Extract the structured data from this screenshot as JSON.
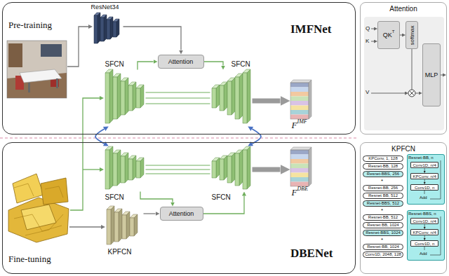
{
  "diagram": {
    "nodes": [
      {
        "text": [
          "IMFNet",
          "Pre-training"
        ]
      },
      {
        "text": [
          "ResNet34"
        ],
        "in": 0
      },
      {
        "text": [
          "Attention"
        ],
        "in": 0
      },
      {
        "text": [
          "SFCN"
        ],
        "in": 0
      },
      {
        "text": [
          "SFCN"
        ],
        "in": 0
      },
      {
        "text": [
          "F",
          "IMF"
        ],
        "in": 0
      },
      {
        "text": [
          "DBENet",
          "Fine-tuning"
        ]
      },
      {
        "text": [
          "SFCN"
        ],
        "in": 6
      },
      {
        "text": [
          "SFCN"
        ],
        "in": 6
      },
      {
        "text": [
          "Attention"
        ],
        "in": 6
      },
      {
        "text": [
          "KPFCN"
        ],
        "in": 6
      },
      {
        "text": [
          "F",
          "DBE"
        ],
        "in": 6
      },
      {
        "text": [
          "Attention"
        ]
      },
      {
        "text": [
          "QK",
          "T"
        ],
        "in": 12
      },
      {
        "text": [
          "softmax"
        ],
        "in": 12
      },
      {
        "text": [
          "MLP"
        ],
        "in": 12
      },
      {
        "text": [
          "KPFCN"
        ]
      },
      {
        "text": [
          "KPConv, 1, 128"
        ],
        "in": 16
      },
      {
        "text": [
          "Resnet-BB, 128"
        ],
        "in": 16
      },
      {
        "text": [
          "Resnet-BBS, 256"
        ],
        "in": 16
      },
      {
        "text": [
          "Resnet-BB, 256"
        ],
        "in": 16
      },
      {
        "text": [
          "Resnet BB, 512"
        ],
        "in": 16
      },
      {
        "text": [
          "Resnet-BBS, 512"
        ],
        "in": 16
      },
      {
        "text": [
          "Resnet-BB, 512"
        ],
        "in": 16
      },
      {
        "text": [
          "Resnet BB, 1024"
        ],
        "in": 16
      },
      {
        "text": [
          "Resnet-BBS, 1024"
        ],
        "in": 16
      },
      {
        "text": [
          "Resnet-BB, 1024"
        ],
        "in": 16
      },
      {
        "text": [
          "Conv1D, 2048, 128"
        ],
        "in": 16
      },
      {
        "text": [
          "Resnet-BB, n"
        ],
        "in": 16
      },
      {
        "text": [
          "Conv1D, n/4"
        ],
        "in": 28
      },
      {
        "text": [
          "KPConv, n/4"
        ],
        "in": 28
      },
      {
        "text": [
          "Conv1D, n"
        ],
        "in": 28
      },
      {
        "text": [
          "Resnet-BBS, n"
        ],
        "in": 16
      },
      {
        "text": [
          "Conv1D, n/4"
        ],
        "in": 32
      },
      {
        "text": [
          "KPConv, n/4"
        ],
        "in": 32
      },
      {
        "text": [
          "Conv1D, n"
        ],
        "in": 32
      }
    ],
    "edges": [
      {
        "from": 1,
        "to": 2,
        "arrow": "to"
      },
      {
        "from": 3,
        "to": 2,
        "arrow": "to"
      },
      {
        "from": 2,
        "to": 4,
        "arrow": "to"
      },
      {
        "from": 3,
        "to": 4,
        "arrow": "none"
      },
      {
        "from": 3,
        "to": 4,
        "arrow": "none"
      },
      {
        "from": 3,
        "to": 4,
        "arrow": "none"
      },
      {
        "from": 4,
        "to": 5,
        "arrow": "to"
      },
      {
        "from": 3,
        "to": 7,
        "arrow": "both"
      },
      {
        "from": 4,
        "to": 8,
        "arrow": "both"
      },
      {
        "from": 7,
        "to": 8,
        "arrow": "none"
      },
      {
        "from": 7,
        "to": 8,
        "arrow": "none"
      },
      {
        "from": 7,
        "to": 8,
        "arrow": "none"
      },
      {
        "from": 7,
        "to": 9,
        "arrow": "to"
      },
      {
        "from": 10,
        "to": 9,
        "arrow": "to"
      },
      {
        "from": 9,
        "to": 8,
        "arrow": "to"
      },
      {
        "from": 8,
        "to": 11,
        "arrow": "to"
      },
      {
        "from": 13,
        "to": 14,
        "arrow": "to"
      },
      {
        "from": 14,
        "to": 15,
        "arrow": "to"
      },
      {
        "from": 29,
        "to": 30,
        "arrow": "to"
      },
      {
        "from": 30,
        "to": 31,
        "arrow": "to"
      },
      {
        "from": 33,
        "to": 34,
        "arrow": "to"
      },
      {
        "from": 34,
        "to": 35,
        "arrow": "to"
      }
    ],
    "labels": [
      "Q",
      "K",
      "V",
      "*",
      "*",
      "*",
      "Add",
      "Add"
    ]
  }
}
